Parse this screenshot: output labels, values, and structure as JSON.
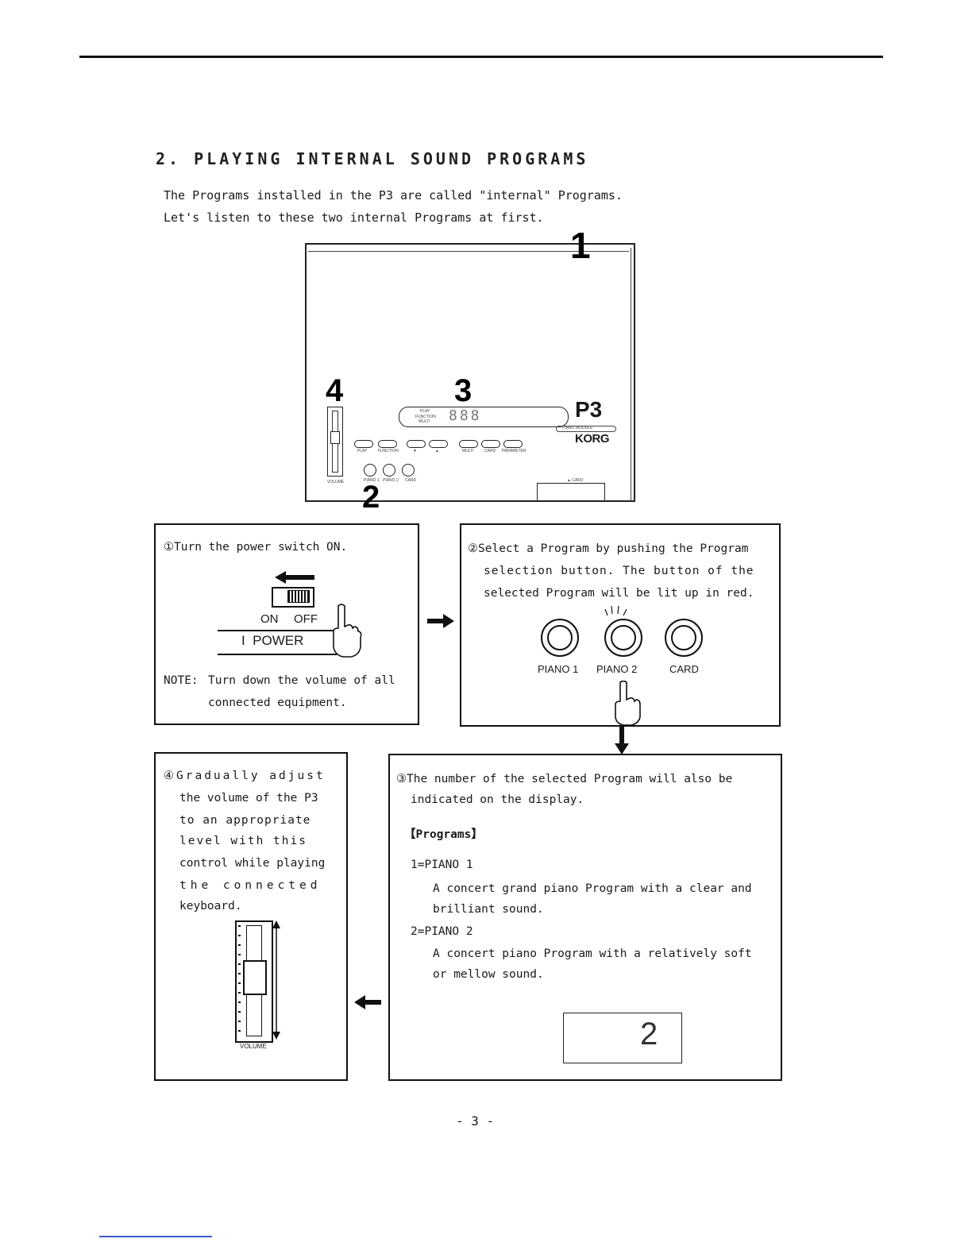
{
  "page": {
    "title": "2. PLAYING INTERNAL SOUND PROGRAMS",
    "intro_line1": "The Programs installed in the P3 are called \"internal\" Programs.",
    "intro_line2": "Let's listen to these two internal Programs at first.",
    "page_number": "- 3 -"
  },
  "device": {
    "callout_1": "1",
    "callout_2": "2",
    "callout_3": "3",
    "callout_4": "4",
    "model": "P3",
    "model_sub": "PIANO MODULE",
    "brand": "KORG",
    "display_digits": "888",
    "volume_label": "VOLUME",
    "card_label": "▲ CARD",
    "led_labels": [
      "PLAY",
      "FUNCTION",
      "MULTI"
    ],
    "button_labels": [
      "PLAY",
      "FUNCTION",
      "▼",
      "▲",
      "MULTI",
      "CARD",
      "PARAMETER"
    ],
    "knob_labels": [
      "PIANO 1",
      "PIANO 2",
      "CARD"
    ]
  },
  "step1": {
    "text": "①Turn the power switch ON.",
    "on_label": "ON",
    "off_label": "OFF",
    "power_label": "I  POWER",
    "note_label": "NOTE:",
    "note_line1": "Turn down the volume of all",
    "note_line2": "connected equipment."
  },
  "step2": {
    "line1": "②Select a Program by pushing the Program",
    "line2": "selection button. The button of the",
    "line3": "selected Program will be lit up in red.",
    "btn1": "PIANO 1",
    "btn2": "PIANO 2",
    "btn3": "CARD"
  },
  "step3": {
    "line1": "③The number of the selected Program will also be",
    "line2": "indicated on the display.",
    "programs_heading": "【Programs】",
    "p1_name": "1=PIANO 1",
    "p1_desc1": "A concert grand piano Program with a clear and",
    "p1_desc2": "brilliant sound.",
    "p2_name": "2=PIANO 2",
    "p2_desc1": "A concert piano Program with a relatively soft",
    "p2_desc2": "or mellow sound.",
    "display_value": "2"
  },
  "step4": {
    "line1": "④Gradually adjust",
    "line2": "the volume of the P3",
    "line3": "to an appropriate",
    "line4": "level with this",
    "line5": "control while playing",
    "line6": "the connected",
    "line7": "keyboard.",
    "volume_label": "VOLUME"
  }
}
